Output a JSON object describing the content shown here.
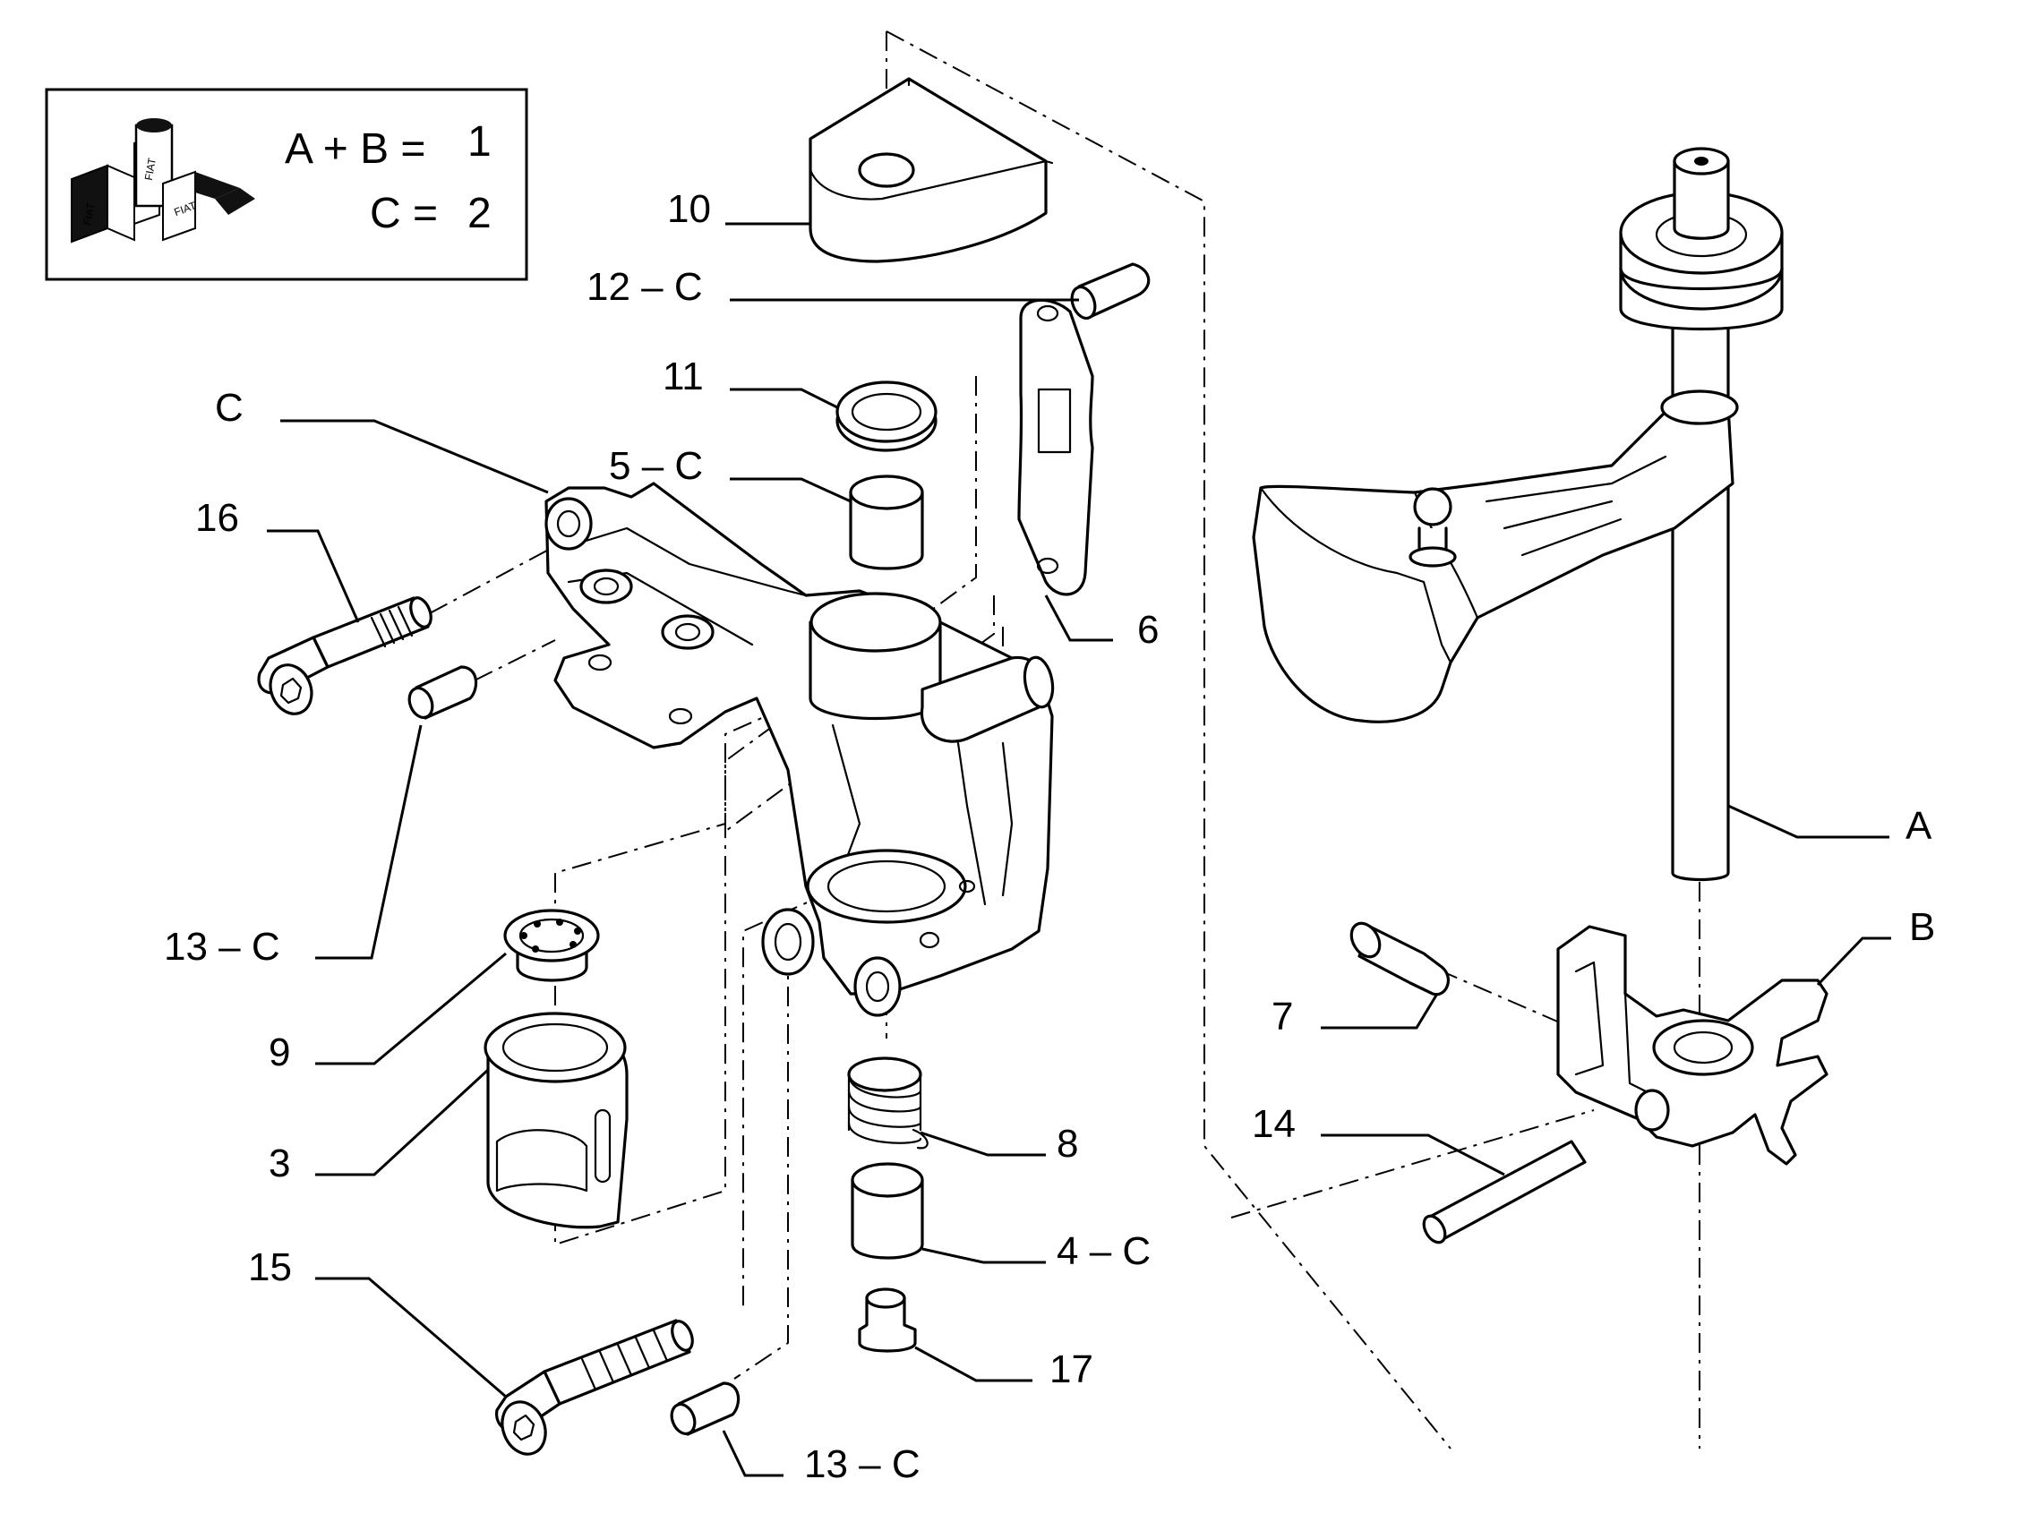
{
  "legend": {
    "line1_left": "A + B =",
    "line1_value": "1",
    "line2_left": "C =",
    "line2_value": "2",
    "logo_text": "FIAT"
  },
  "callouts": {
    "p10": "10",
    "p12c": "12 – C",
    "p11": "11",
    "p5c": "5 – C",
    "pC": "C",
    "p16": "16",
    "p6": "6",
    "pA": "A",
    "pB": "B",
    "p7": "7",
    "p14": "14",
    "p13c_top": "13 – C",
    "p9": "9",
    "p3": "3",
    "p8": "8",
    "p4c": "4 – C",
    "p15": "15",
    "p17": "17",
    "p13c_bottom": "13 – C"
  },
  "icons": {
    "logo": "fiat-parts-box-logo"
  }
}
